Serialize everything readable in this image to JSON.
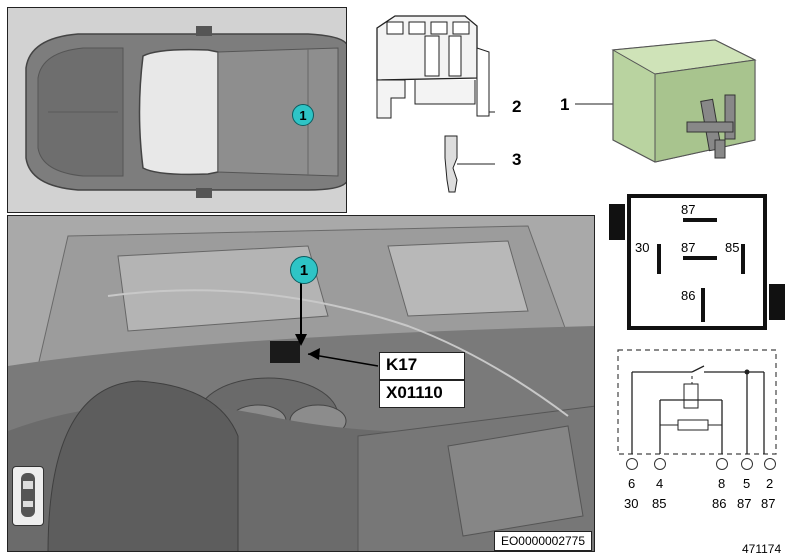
{
  "callout_number": "1",
  "part_labels": {
    "relay": "1",
    "socket": "2",
    "terminal": "3"
  },
  "location_labels": {
    "component": "K17",
    "connector": "X01110"
  },
  "reference_code": "EO0000002775",
  "image_number": "471174",
  "relay_pin_labels": {
    "top": "87",
    "center": "87",
    "left": "30",
    "right": "85",
    "bottom": "86"
  },
  "schematic_terminals": [
    {
      "num": "6",
      "func": "30"
    },
    {
      "num": "4",
      "func": "85"
    },
    {
      "num": "8",
      "func": "86"
    },
    {
      "num": "5",
      "func": "87"
    },
    {
      "num": "2",
      "func": "87"
    }
  ],
  "colors": {
    "callout": "#2ec4c6",
    "relay_body": "#b9d3a0",
    "photo_gray": "#8a8a8a"
  }
}
